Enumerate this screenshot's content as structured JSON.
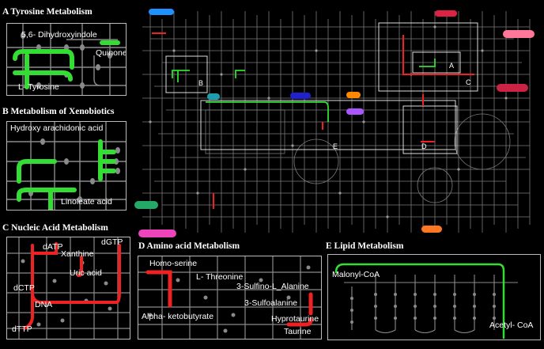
{
  "panels": {
    "a": {
      "title": "A Tyrosine Metabolism",
      "labels": [
        "5,6- Dihydroxyindole",
        "Quinone",
        "L- Tyrosine"
      ]
    },
    "b": {
      "title": "B Metabolism of Xenobiotics",
      "labels": [
        "Hydroxy arachidonic acid",
        "Linoleate acid"
      ]
    },
    "c": {
      "title": "C  Nucleic Acid Metabolism",
      "labels": [
        "dATP",
        "dGTP",
        "Xanthine",
        "Uric acid",
        "dCTP",
        "DNA",
        "dTTP"
      ]
    },
    "d": {
      "title": "D  Amino acid Metabolism",
      "labels": [
        "Homo-serine",
        "L- Threonine",
        "3-Sulfino-L_Alanine",
        "3-Sulfoalanine",
        "Alpha- ketobutyrate",
        "Hyprotaurine",
        "Taurine"
      ]
    },
    "e": {
      "title": "E  Lipid Metabolism",
      "labels": [
        "Malonyl-CoA",
        "Acetyl- CoA"
      ]
    }
  },
  "map": {
    "region_labels": [
      "A",
      "B",
      "C",
      "D",
      "E"
    ]
  },
  "colors": {
    "highlight_green": "#33dd33",
    "highlight_red": "#ee2222",
    "pathway_gray": "#8a8a8a"
  }
}
